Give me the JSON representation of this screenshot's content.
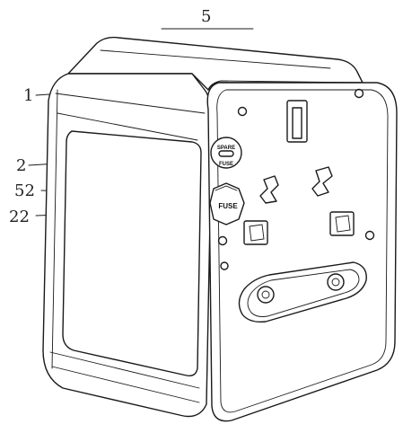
{
  "figure": {
    "callouts": {
      "top_cover": "5",
      "side_shell": "1",
      "side_panel": "2",
      "fuse_cap": "52",
      "fuse_holder": "22"
    },
    "fuse_labels": {
      "spare_top": "SPARE",
      "spare_bottom": "FUSE",
      "fuse": "FUSE"
    }
  }
}
